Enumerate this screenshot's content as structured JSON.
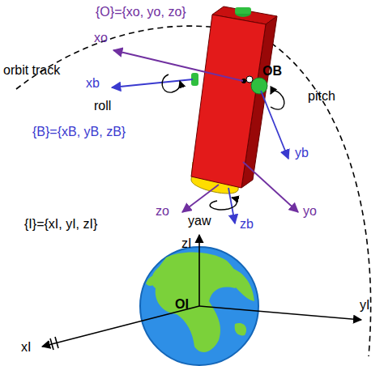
{
  "diagram": {
    "nodes": [
      {
        "text": [
          "OB"
        ]
      },
      {
        "text": [
          "OI"
        ]
      }
    ],
    "labels": [
      "{O}={xo, yo, zo}",
      "xo",
      "orbit track",
      "xb",
      "roll",
      "pitch",
      "yb",
      "{B}={xB, yB, zB}",
      "zo",
      "yaw",
      "zb",
      "yo",
      "{I}={xI, yI, zI}",
      "zI",
      "yI",
      "xI"
    ]
  }
}
